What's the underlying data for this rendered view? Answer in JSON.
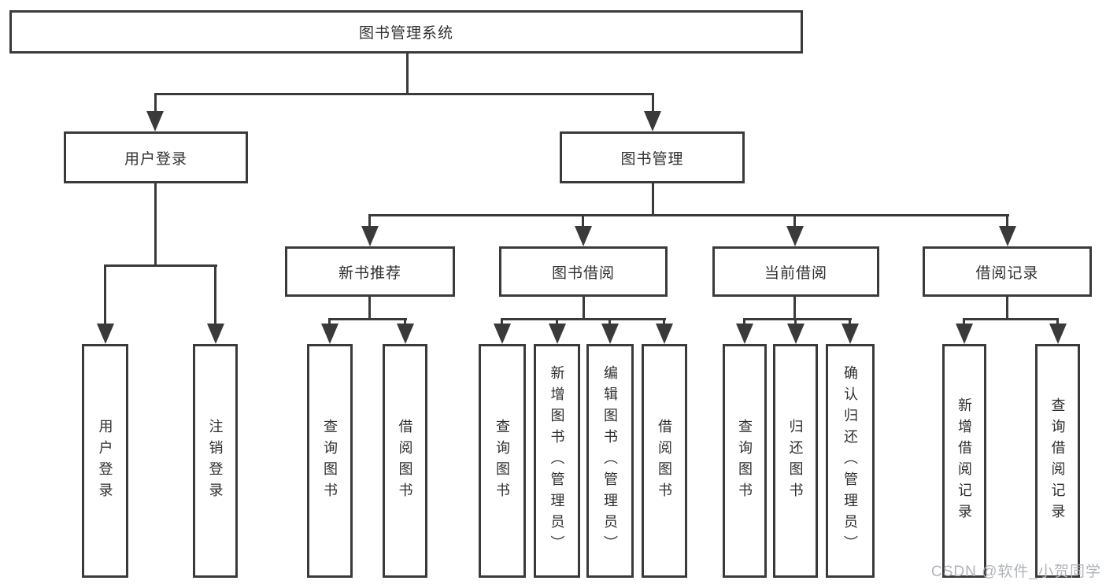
{
  "diagram_title": "图书管理系统",
  "tree": {
    "root": {
      "label": "图书管理系统"
    },
    "branches": [
      {
        "label": "用户登录",
        "children": [
          {
            "label": "用户登录"
          },
          {
            "label": "注销登录"
          }
        ]
      },
      {
        "label": "图书管理",
        "children": [
          {
            "label": "新书推荐",
            "children": [
              {
                "label": "查询图书"
              },
              {
                "label": "借阅图书"
              }
            ]
          },
          {
            "label": "图书借阅",
            "children": [
              {
                "label": "查询图书"
              },
              {
                "label": "新增图书（管理员）"
              },
              {
                "label": "编辑图书（管理员）"
              },
              {
                "label": "借阅图书"
              }
            ]
          },
          {
            "label": "当前借阅",
            "children": [
              {
                "label": "查询图书"
              },
              {
                "label": "归还图书"
              },
              {
                "label": "确认归还（管理员）"
              }
            ]
          },
          {
            "label": "借阅记录",
            "children": [
              {
                "label": "新增借阅记录"
              },
              {
                "label": "查询借阅记录"
              }
            ]
          }
        ]
      }
    ]
  },
  "watermark": {
    "text": "CSDN @软件_小贺同学"
  },
  "colors": {
    "line": "#3a3a3a",
    "text": "#2f2f2f",
    "box_background": "#ffffff",
    "watermark": "#b0b3ba"
  }
}
